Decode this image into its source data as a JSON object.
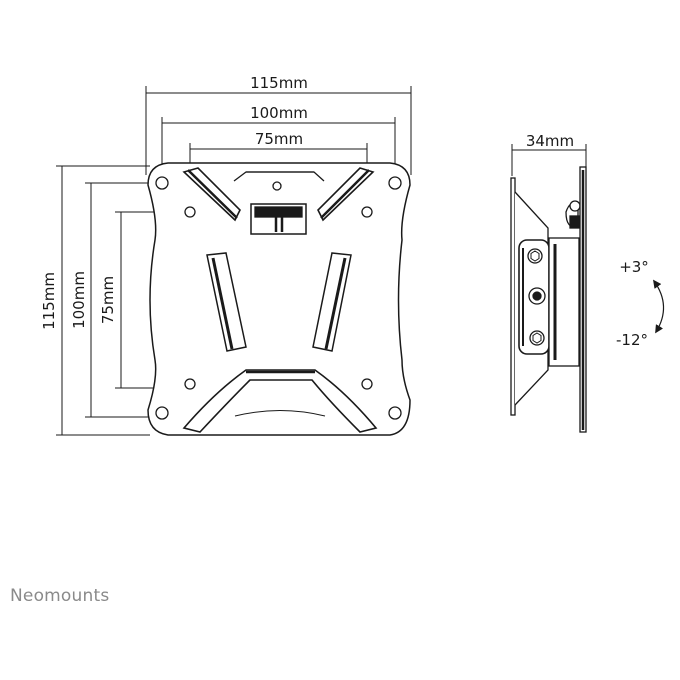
{
  "front_view": {
    "width_outer": "115mm",
    "width_middle": "100mm",
    "width_inner": "75mm",
    "height_outer": "115mm",
    "height_middle": "100mm",
    "height_inner": "75mm"
  },
  "side_view": {
    "depth": "34mm",
    "tilt_up": "+3°",
    "tilt_down": "-12°"
  },
  "brand": {
    "name": "Neomounts"
  },
  "colors": {
    "line": "#1a1a1a",
    "fill": "#ffffff",
    "brand": "#8a8a8a"
  }
}
